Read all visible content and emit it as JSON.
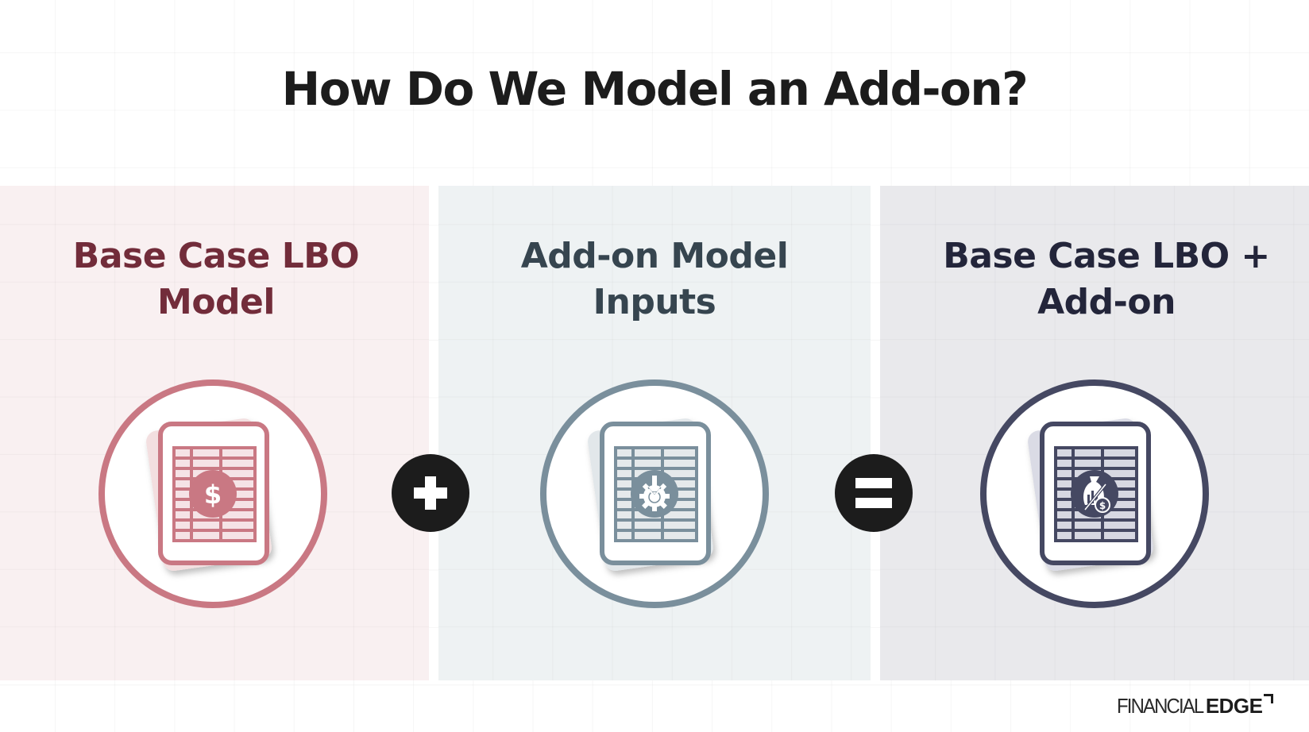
{
  "slide": {
    "title": "How Do We Model an Add-on?"
  },
  "panels": [
    {
      "heading_line1": "Base Case LBO",
      "heading_line2": "Model",
      "icon": "spreadsheet-dollar-icon",
      "accent_color": "#c97883",
      "heading_color": "#722c3a",
      "background_color": "#f9f0f1"
    },
    {
      "heading_line1": "Add-on Model",
      "heading_line2": "Inputs",
      "icon": "spreadsheet-gear-download-icon",
      "accent_color": "#7a8f9c",
      "heading_color": "#36454f",
      "background_color": "#eef2f3"
    },
    {
      "heading_line1": "Base Case LBO +",
      "heading_line2": "Add-on",
      "icon": "spreadsheet-moneybag-icon",
      "accent_color": "#454862",
      "heading_color": "#23253a",
      "background_color": "#e9e9ec"
    }
  ],
  "operators": [
    {
      "symbol": "+",
      "icon": "plus-icon"
    },
    {
      "symbol": "=",
      "icon": "equals-icon"
    }
  ],
  "logo": {
    "light_text": "FINANCIAL",
    "bold_text": "EDGE"
  }
}
